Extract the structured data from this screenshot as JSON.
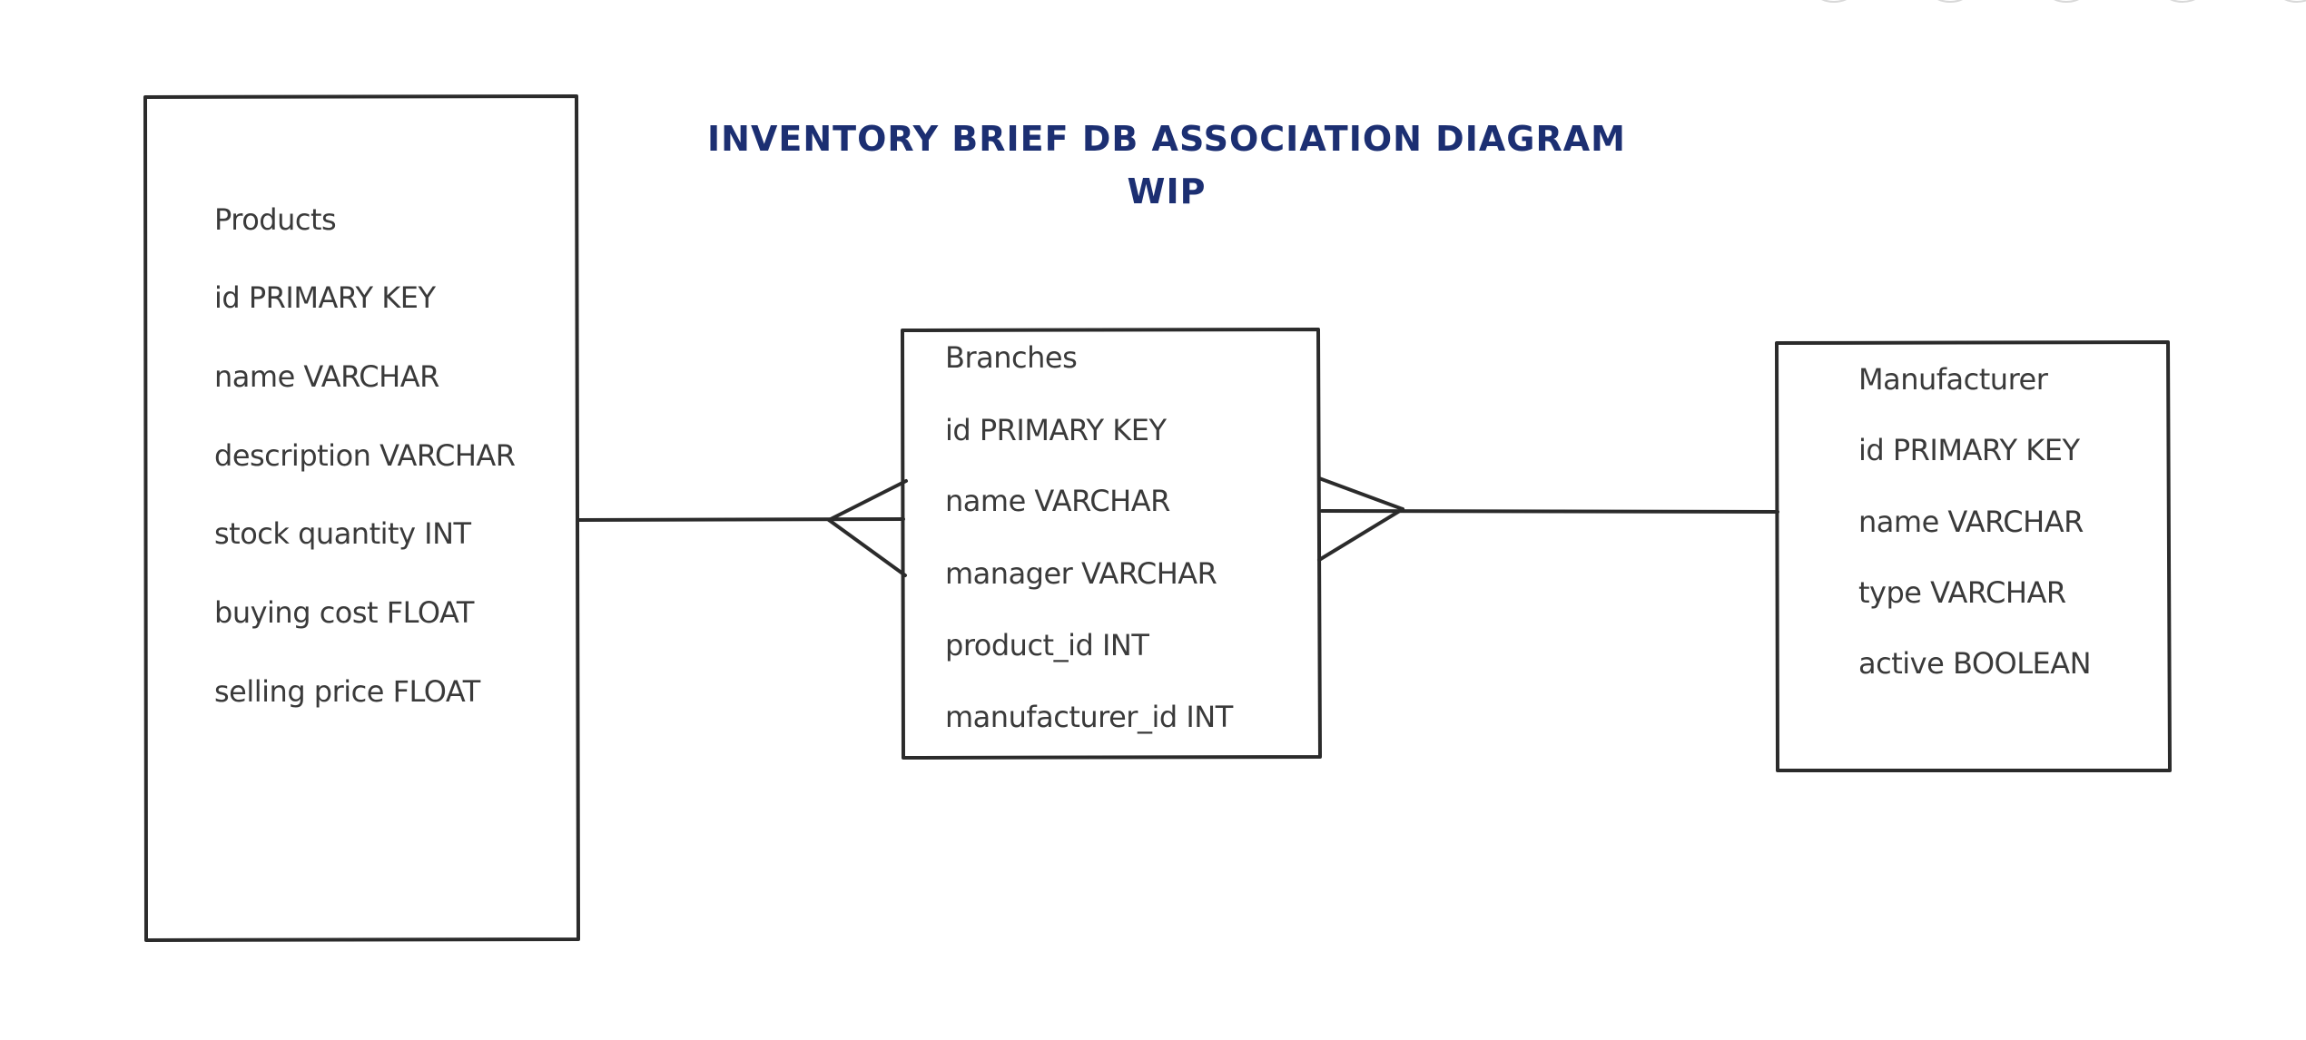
{
  "diagram": {
    "title_line_1": "INVENTORY BRIEF DB ASSOCIATION DIAGRAM",
    "title_line_2": "WIP"
  },
  "entities": {
    "products": {
      "name": "Products",
      "fields": [
        "id PRIMARY KEY",
        "name VARCHAR",
        "description VARCHAR",
        "stock quantity INT",
        "buying cost FLOAT",
        "selling price FLOAT"
      ]
    },
    "branches": {
      "name": "Branches",
      "fields": [
        "id PRIMARY KEY",
        "name VARCHAR",
        "manager VARCHAR",
        "product_id INT",
        "manufacturer_id INT"
      ]
    },
    "manufacturer": {
      "name": "Manufacturer",
      "fields": [
        "id PRIMARY KEY",
        "name VARCHAR",
        "type VARCHAR",
        "active BOOLEAN"
      ]
    }
  },
  "relationships": [
    {
      "from": "Products",
      "to": "Branches",
      "from_cardinality": "one",
      "to_cardinality": "many"
    },
    {
      "from": "Manufacturer",
      "to": "Branches",
      "from_cardinality": "one",
      "to_cardinality": "many"
    }
  ],
  "colors": {
    "title": "#1c2f72",
    "stroke": "#2b2b2b",
    "text": "#3a3a3a"
  }
}
